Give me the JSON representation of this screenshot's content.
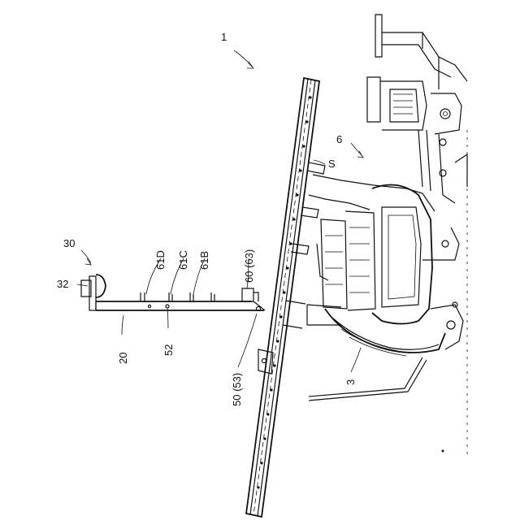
{
  "labels": {
    "l1": "1",
    "l6": "6",
    "lS": "S",
    "l30": "30",
    "l32": "32",
    "l20": "20",
    "l52": "52",
    "l61D": "61D",
    "l61C": "61C",
    "l61B": "61B",
    "l60": "60 (63)",
    "l50": "50 (53)",
    "l3": "3"
  },
  "colors": {
    "ink": "#111111",
    "paper": "#ffffff"
  }
}
